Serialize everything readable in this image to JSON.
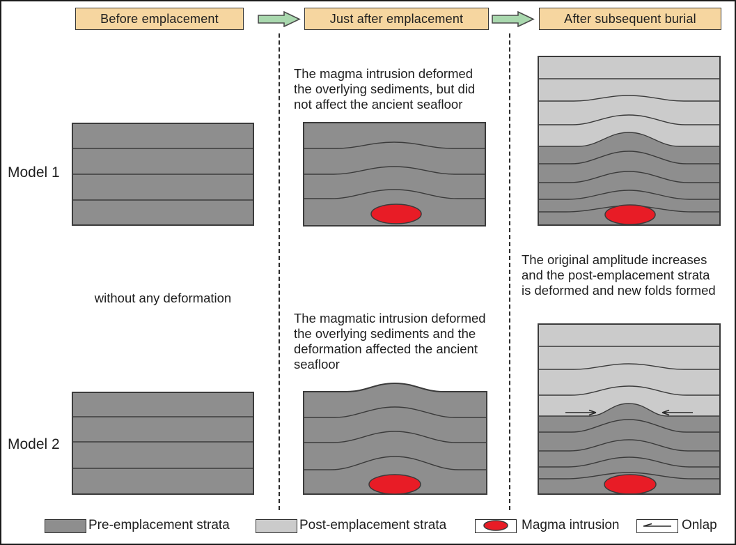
{
  "colors": {
    "background": "#ffffff",
    "header_fill": "#f6d6a0",
    "header_border": "#3a3a3a",
    "arrow_fill": "#a9d8ae",
    "arrow_border": "#4a4a4a",
    "pre_strata": "#8e8e8e",
    "post_strata": "#cbcbcb",
    "line": "#3b3b3b",
    "magma": "#e81c26",
    "text": "#1f1f1f"
  },
  "header": {
    "stages": [
      "Before emplacement",
      "Just after emplacement",
      "After subsequent burial"
    ]
  },
  "rows": {
    "model1": "Model 1",
    "model2": "Model 2"
  },
  "annotations": {
    "model1_middle": {
      "lines": [
        "The magma intrusion deformed",
        "the overlying sediments, but did",
        "not affect the ancient seafloor"
      ]
    },
    "before_note": "without any deformation",
    "model1_right": {
      "lines": [
        "The original amplitude increases",
        "and the post-emplacement strata",
        "is deformed and new folds formed"
      ]
    },
    "model2_middle": {
      "lines": [
        "The magmatic intrusion deformed",
        "the overlying sediments and the",
        "deformation affected the ancient",
        "seafloor"
      ]
    }
  },
  "legend": {
    "items": [
      {
        "swatch": "pre-strata",
        "label": "Pre-emplacement strata"
      },
      {
        "swatch": "post-strata",
        "label": "Post-emplacement strata"
      },
      {
        "swatch": "magma",
        "label": "Magma intrusion"
      },
      {
        "swatch": "onlap",
        "label": "Onlap"
      }
    ]
  }
}
